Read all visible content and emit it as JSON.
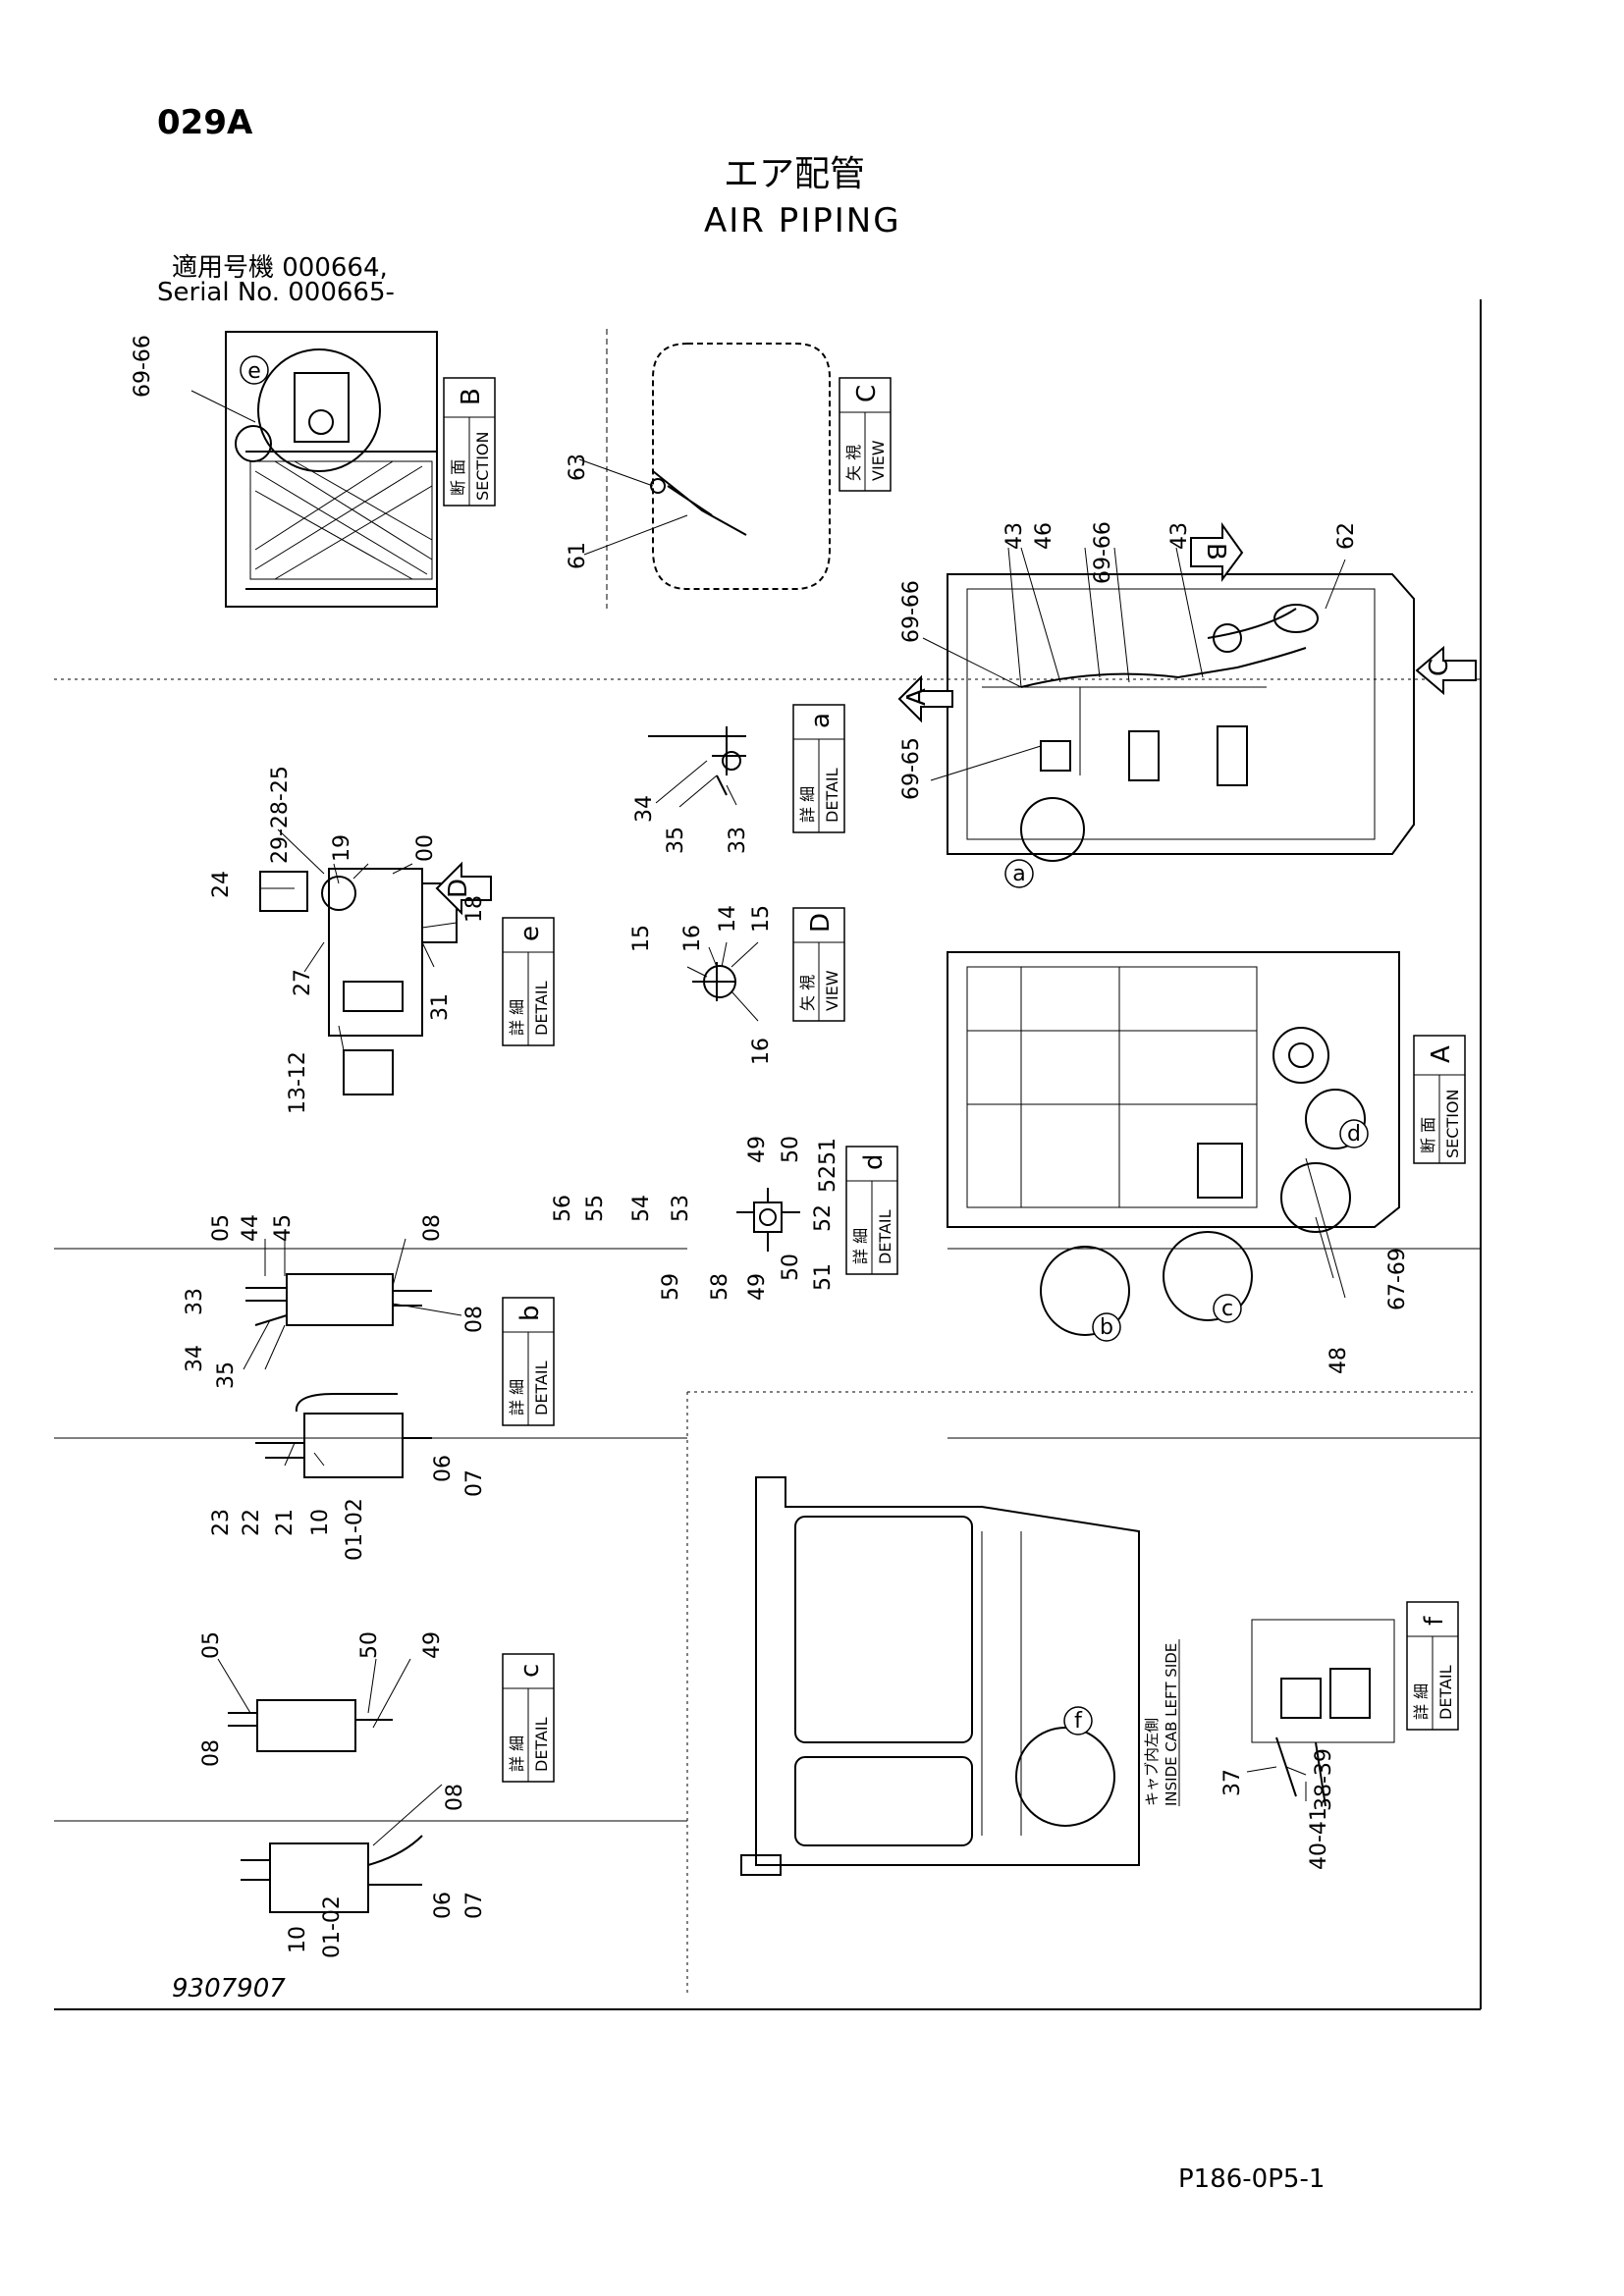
{
  "header": {
    "code": "029A",
    "title_jp": "エア配管",
    "title_en": "AIR PIPING",
    "applicable_jp": "適用号機 000664,",
    "serial": "Serial No. 000665-"
  },
  "footer": {
    "drawing_no": "9307907",
    "page_no": "P186-0P5-1"
  },
  "plates": {
    "section_b": {
      "jp": "断 面",
      "en": "SECTION",
      "letter": "B"
    },
    "view_c": {
      "jp": "矢 視",
      "en": "VIEW",
      "letter": "C"
    },
    "detail_a": {
      "jp": "詳 細",
      "en": "DETAIL",
      "letter": "a"
    },
    "detail_e": {
      "jp": "詳 細",
      "en": "DETAIL",
      "letter": "e"
    },
    "view_d": {
      "jp": "矢 視",
      "en": "VIEW",
      "letter": "D"
    },
    "detail_d": {
      "jp": "詳 細",
      "en": "DETAIL",
      "letter": "d"
    },
    "section_a": {
      "jp": "断 面",
      "en": "SECTION",
      "letter": "A"
    },
    "detail_b": {
      "jp": "詳 細",
      "en": "DETAIL",
      "letter": "b"
    },
    "detail_c": {
      "jp": "詳 細",
      "en": "DETAIL",
      "letter": "c"
    },
    "detail_f": {
      "jp": "詳 細",
      "en": "DETAIL",
      "letter": "f"
    }
  },
  "cab_label": {
    "jp": "キャブ内左側",
    "en": "INSIDE CAB LEFT SIDE"
  },
  "view_arrows": {
    "a": "A",
    "b": "B",
    "c": "C",
    "d": "D"
  },
  "circle_labels": {
    "a": "a",
    "b": "b",
    "c": "c",
    "d": "d",
    "e": "e",
    "f": "f"
  },
  "callouts": {
    "n69_66_b": "69-66",
    "n63": "63",
    "n61": "61",
    "n43_l": "43",
    "n46": "46",
    "n69_66_t": "69-66",
    "n43_r": "43",
    "n62": "62",
    "n69_66_m": "69-66",
    "n69_65": "69-65",
    "n34_a": "34",
    "n35_a": "35",
    "n33_a": "33",
    "n29_28_25": "29-28-25",
    "n19": "19",
    "n00": "00",
    "n24": "24",
    "n27": "27",
    "n18": "18",
    "n31": "31",
    "n13_12": "13-12",
    "n15_l": "15",
    "n16_t": "16",
    "n14": "14",
    "n15_r": "15",
    "n16_b": "16",
    "n49_t": "49",
    "n50_t": "50",
    "n5251": "5251",
    "n56": "56",
    "n55": "55",
    "n54": "54",
    "n53": "53",
    "n52": "52",
    "n50_b": "50",
    "n51": "51",
    "n49_b": "49",
    "n59": "59",
    "n58": "58",
    "n67_69": "67-69",
    "n48": "48",
    "n05_b": "05",
    "n44": "44",
    "n45": "45",
    "n08_bt": "08",
    "n33_b": "33",
    "n08_bb": "08",
    "n34_b": "34",
    "n35_b": "35",
    "n23": "23",
    "n22": "22",
    "n21": "21",
    "n10_b": "10",
    "n01_02_b": "01-02",
    "n06_b": "06",
    "n07_b": "07",
    "n05_c": "05",
    "n50_c": "50",
    "n49_c": "49",
    "n08_c": "08",
    "n08_ct": "08",
    "n10_c": "10",
    "n01_02_c": "01-02",
    "n06_c": "06",
    "n07_c": "07",
    "n37": "37",
    "n38_39": "38-39",
    "n40_41": "40-41"
  }
}
